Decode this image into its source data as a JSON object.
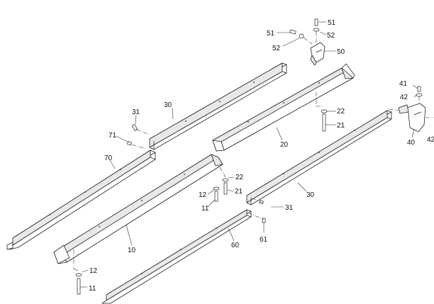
{
  "labels": {
    "l51a": "51",
    "l52a": "52",
    "l51b": "51",
    "l52b": "52",
    "l50": "50",
    "l30a": "30",
    "l31a": "31",
    "l71": "71",
    "l70": "70",
    "l20": "20",
    "l22a": "22",
    "l21a": "21",
    "l41": "41",
    "l42a": "42",
    "l40": "40",
    "l42b": "42",
    "l22b": "22",
    "l12a": "12",
    "l21b": "21",
    "l11a": "11",
    "l30b": "30",
    "l31b": "31",
    "l10": "10",
    "l60": "60",
    "l61": "61",
    "l12b": "12",
    "l11b": "11"
  }
}
